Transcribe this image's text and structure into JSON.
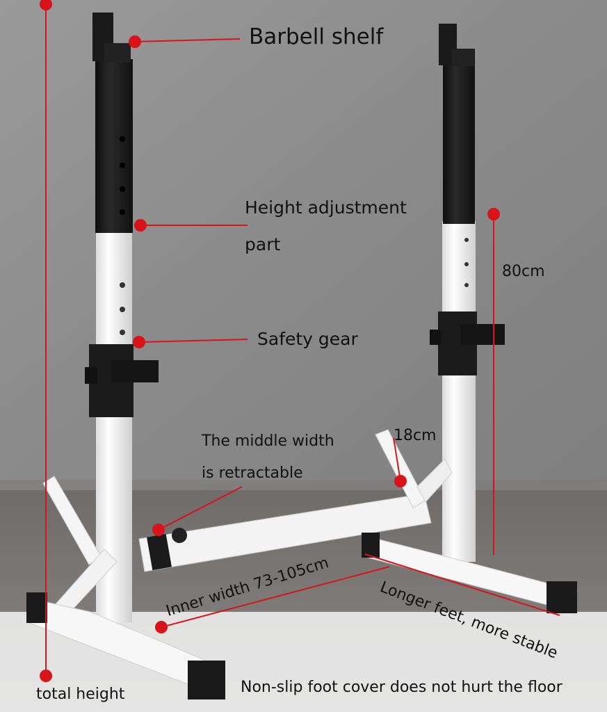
{
  "annotations": {
    "barbell_shelf": "Barbell shelf",
    "height_adjustment": "Height adjustment",
    "height_adjustment_2": "part",
    "height_80": "80cm",
    "safety_gear": "Safety gear",
    "middle_width_1": "The middle width",
    "middle_width_2": "is retractable",
    "width_18": "18cm",
    "inner_width": "Inner width 73-105cm",
    "longer_feet": "Longer feet, more stable",
    "total_height": "total height",
    "foot_cover": "Non-slip foot cover does not hurt the floor"
  },
  "colors": {
    "wall": "#8d8d8d",
    "floor": "#7a7774",
    "frame_white": "#f2f2f2",
    "frame_black": "#1b1b1b",
    "annotation_red": "#d8141a",
    "text": "#111111"
  }
}
